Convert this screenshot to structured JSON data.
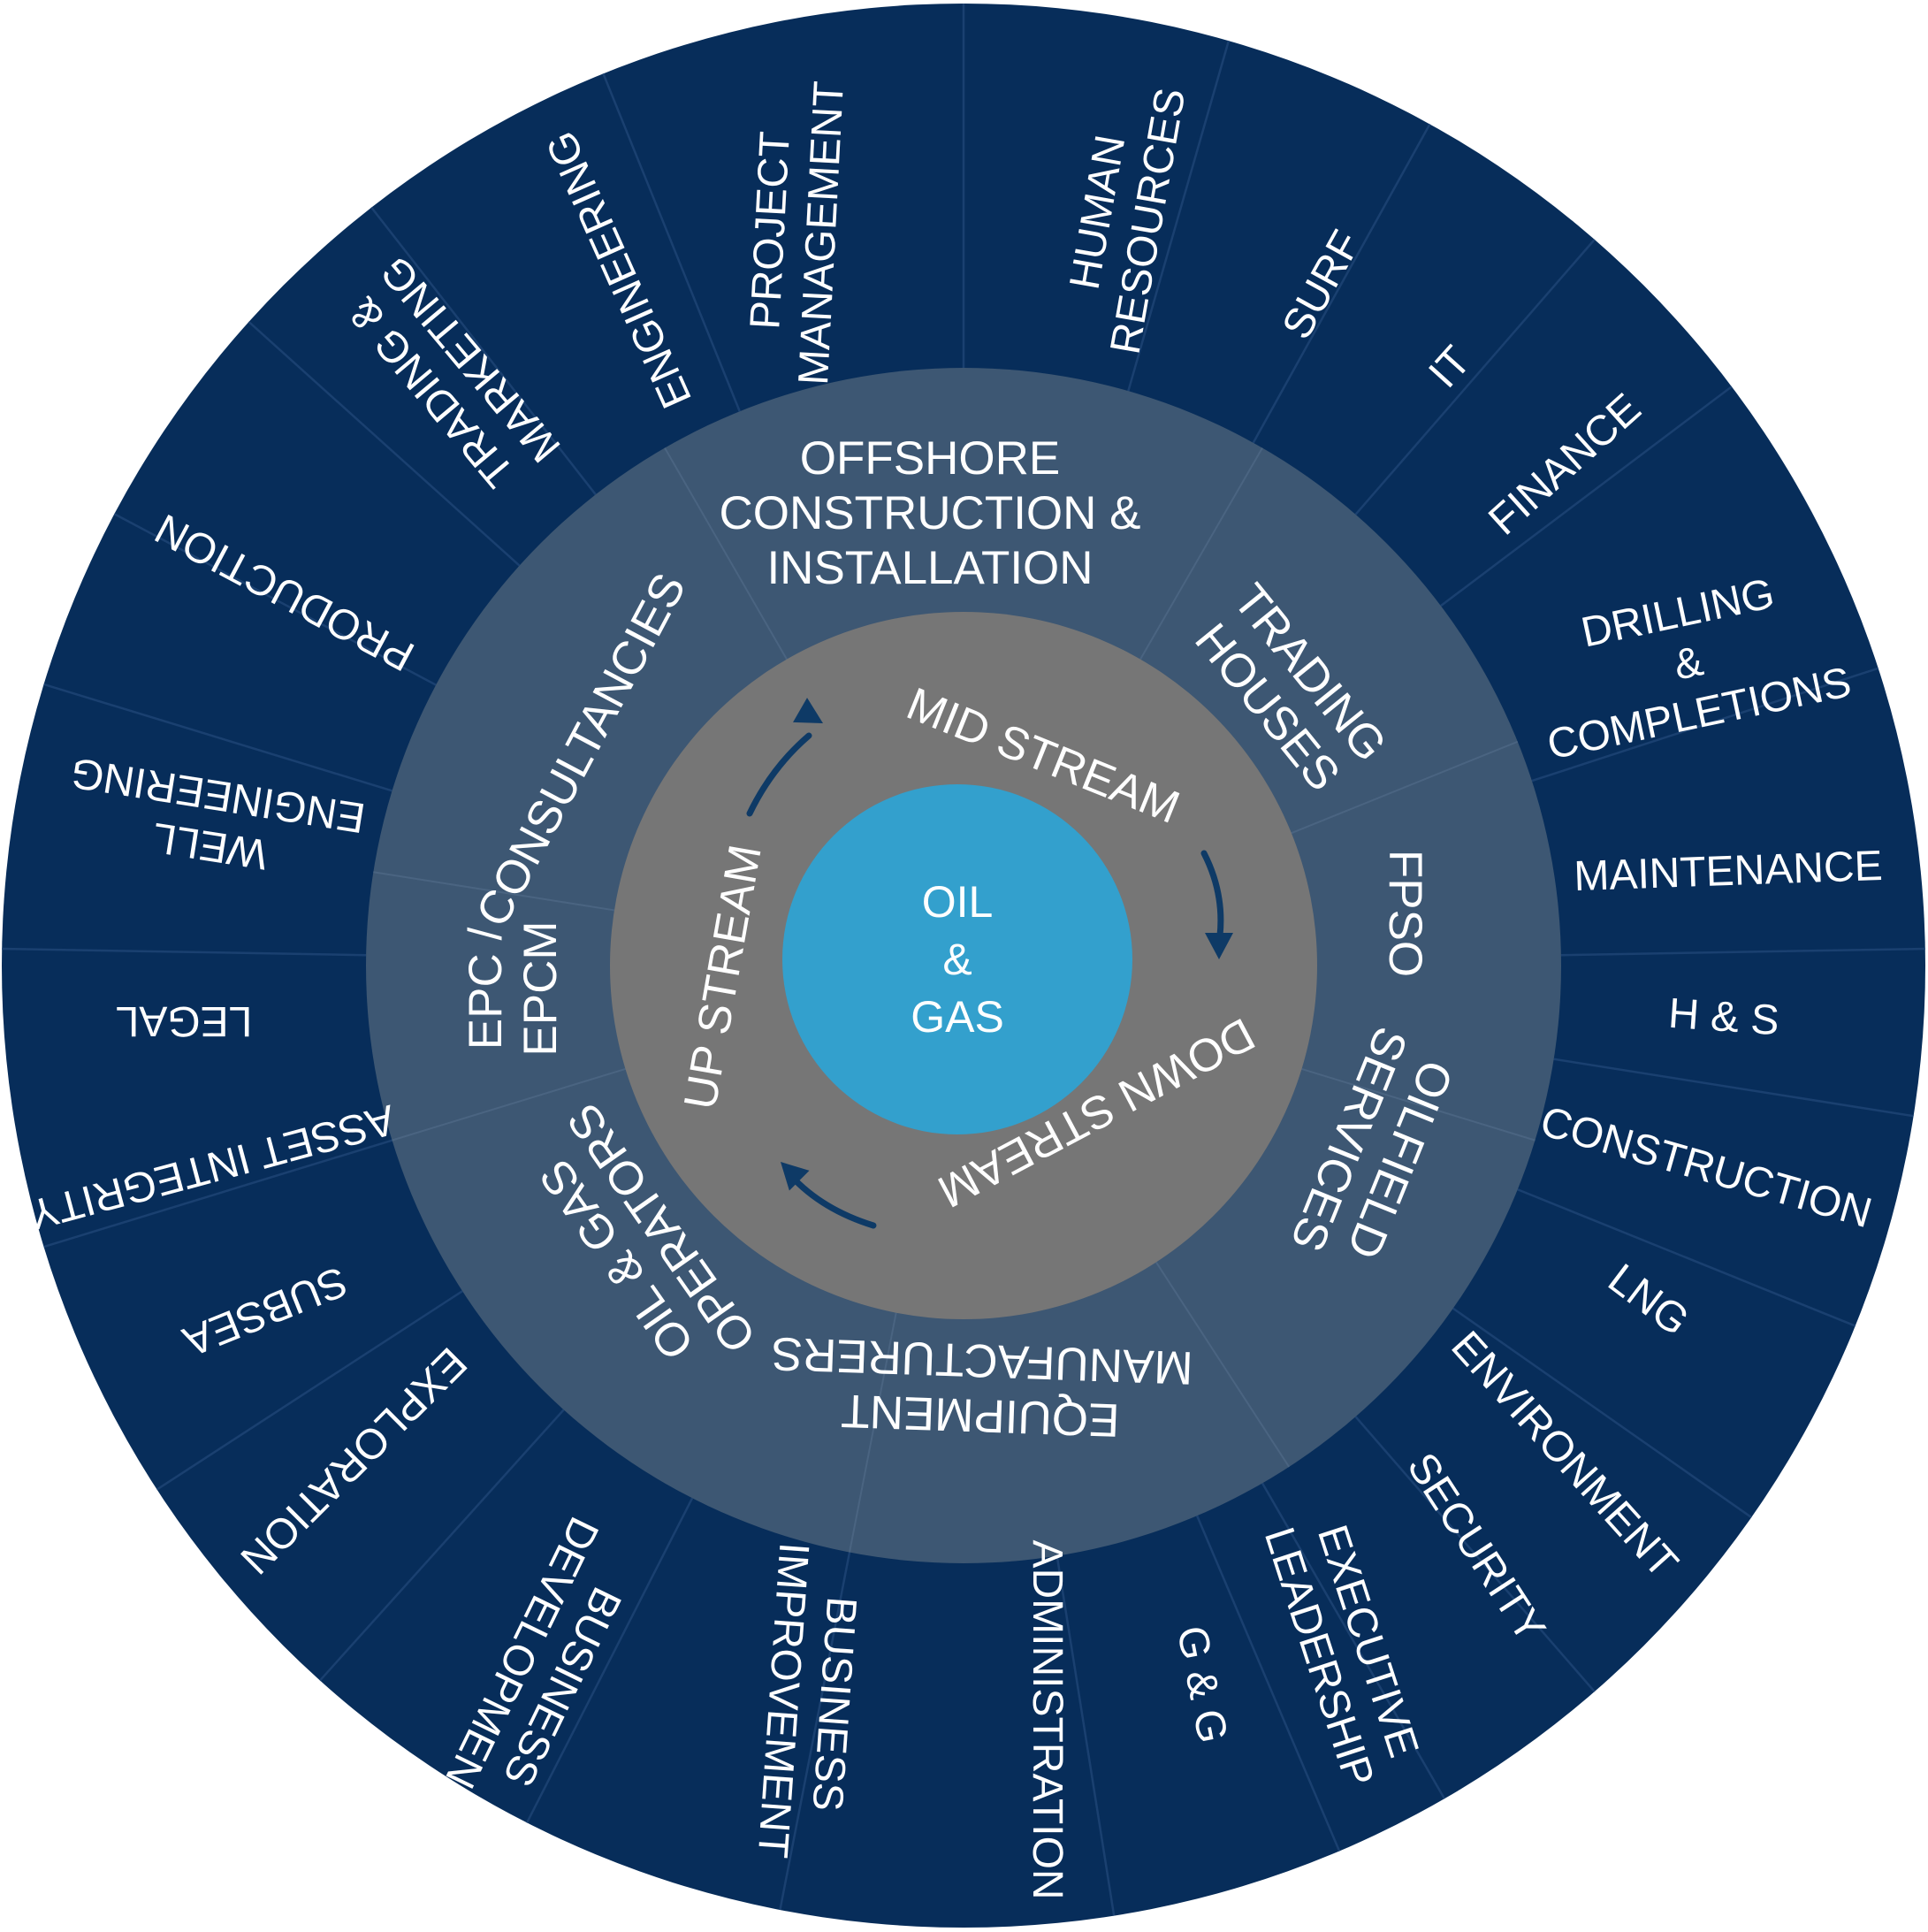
{
  "colors": {
    "background": "#ffffff",
    "outer_ring": "#072d5a",
    "middle_ring": "#3d5773",
    "inner_ring": "#767676",
    "core": "#33a0cd",
    "divider": "#1a4070",
    "arrow": "#0e3a66",
    "text": "#ffffff"
  },
  "center": {
    "lines": [
      "OIL",
      "&",
      "GAS"
    ]
  },
  "inner_ring": {
    "labels": [
      {
        "key": "mid",
        "lines": [
          "MID STREAM"
        ]
      },
      {
        "key": "down",
        "lines": [
          "DOWN STREAM"
        ]
      },
      {
        "key": "up",
        "lines": [
          "UP STREAM"
        ]
      }
    ],
    "arrow_icons": [
      "curved-arrow-icon",
      "curved-arrow-icon",
      "curved-arrow-icon"
    ]
  },
  "middle_ring": {
    "segments": [
      {
        "key": "offshore",
        "lines": [
          "OFFSHORE",
          "CONSTRUCTION &",
          "INSTALLATION"
        ]
      },
      {
        "key": "trading-houses",
        "lines": [
          "TRADING",
          "HOUSES"
        ]
      },
      {
        "key": "fpso",
        "lines": [
          "FPSO"
        ]
      },
      {
        "key": "oilfield-services",
        "lines": [
          "OILFIELD",
          "SERVICES"
        ]
      },
      {
        "key": "equipment-manufacturers",
        "lines": [
          "EQUIPMENT",
          "MANUFACTURERS"
        ]
      },
      {
        "key": "oil-gas-operators",
        "lines": [
          "OIL & GAS",
          "OPERATORS"
        ]
      },
      {
        "key": "epc-epcm",
        "lines": [
          "EPC /",
          "EPCM"
        ]
      },
      {
        "key": "consultancies",
        "lines": [
          "CONSULTANCIES"
        ]
      }
    ]
  },
  "outer_ring": {
    "segments": [
      {
        "key": "human-resources",
        "lines": [
          "HUMAN",
          "RESOURCES"
        ]
      },
      {
        "key": "surf",
        "lines": [
          "SURF"
        ]
      },
      {
        "key": "it",
        "lines": [
          "IT"
        ]
      },
      {
        "key": "finance",
        "lines": [
          "FINANCE"
        ]
      },
      {
        "key": "drilling-completions",
        "lines": [
          "DRILLING",
          "&",
          "COMPLETIONS"
        ]
      },
      {
        "key": "maintenance",
        "lines": [
          "MAINTENANCE"
        ]
      },
      {
        "key": "h-s",
        "lines": [
          "H & S"
        ]
      },
      {
        "key": "construction",
        "lines": [
          "CONSTRUCTION"
        ]
      },
      {
        "key": "lng",
        "lines": [
          "LNG"
        ]
      },
      {
        "key": "environment",
        "lines": [
          "ENVIRONMENT"
        ]
      },
      {
        "key": "security",
        "lines": [
          "SECURITY"
        ]
      },
      {
        "key": "executive-leadership",
        "lines": [
          "EXECUTIVE",
          "LEADERSHIP"
        ]
      },
      {
        "key": "g-g",
        "lines": [
          "G & G"
        ]
      },
      {
        "key": "administration",
        "lines": [
          "ADMINISTRATION"
        ]
      },
      {
        "key": "business-improvement",
        "lines": [
          "BUSINESS",
          "IMPROVEMENT"
        ]
      },
      {
        "key": "business-development",
        "lines": [
          "BUSINESS",
          "DEVELOPMENT"
        ]
      },
      {
        "key": "exploration",
        "lines": [
          "EXPLORATION"
        ]
      },
      {
        "key": "subsea",
        "lines": [
          "SUBSEA"
        ]
      },
      {
        "key": "asset-integrity",
        "lines": [
          "ASSET INTEGRITY"
        ]
      },
      {
        "key": "legal",
        "lines": [
          "LEGAL"
        ]
      },
      {
        "key": "well-engineering",
        "lines": [
          "WELL",
          "ENGINEERING"
        ]
      },
      {
        "key": "production",
        "lines": [
          "PRODUCTION"
        ]
      },
      {
        "key": "trading-marketing",
        "lines": [
          "TRADING &",
          "MARKETING"
        ]
      },
      {
        "key": "engineering",
        "lines": [
          "ENGINEERING"
        ]
      },
      {
        "key": "project-management",
        "lines": [
          "PROJECT",
          "MANAGEMENT"
        ]
      }
    ]
  }
}
